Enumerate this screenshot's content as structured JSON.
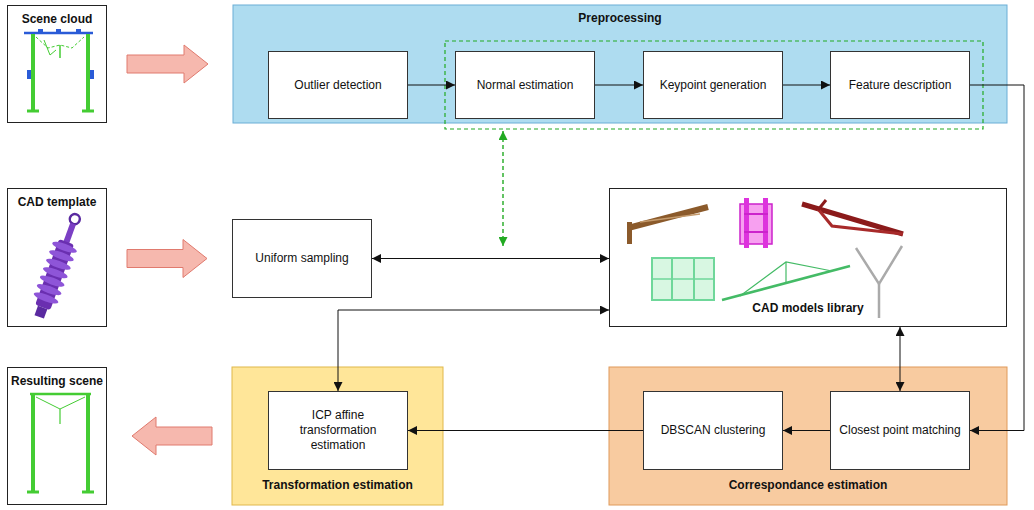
{
  "diagram": {
    "nodes": [
      {
        "text": [
          "Scene cloud"
        ]
      },
      {
        "text": [
          "Preprocessing"
        ]
      },
      {
        "text": [
          "Outlier detection"
        ],
        "in": 1
      },
      {
        "text": [
          "Normal estimation"
        ],
        "in": 1
      },
      {
        "text": [
          "Keypoint generation"
        ],
        "in": 1
      },
      {
        "text": [
          "Feature description"
        ],
        "in": 1
      },
      {
        "text": [
          "CAD template"
        ]
      },
      {
        "text": [
          "Uniform sampling"
        ]
      },
      {
        "text": [
          "CAD models library"
        ]
      },
      {
        "text": [
          "Resulting scene"
        ]
      },
      {
        "text": [
          "Transformation estimation"
        ]
      },
      {
        "text": [
          "ICP affine transformation estimation"
        ],
        "in": 10
      },
      {
        "text": [
          "Correspondance estimation"
        ]
      },
      {
        "text": [
          "DBSCAN clustering"
        ],
        "in": 12
      },
      {
        "text": [
          "Closest point matching"
        ],
        "in": 12
      }
    ],
    "edges": [
      {
        "from": 0,
        "to": 1,
        "arrow": "to"
      },
      {
        "from": 2,
        "to": 3,
        "arrow": "to"
      },
      {
        "from": 3,
        "to": 4,
        "arrow": "to"
      },
      {
        "from": 4,
        "to": 5,
        "arrow": "to"
      },
      {
        "from": 5,
        "to": 14,
        "arrow": "to"
      },
      {
        "from": 6,
        "to": 7,
        "arrow": "to"
      },
      {
        "from": 7,
        "to": 8,
        "arrow": "both"
      },
      {
        "from": 8,
        "to": 11,
        "arrow": "both"
      },
      {
        "from": 8,
        "to": 14,
        "arrow": "both"
      },
      {
        "from": 14,
        "to": 13,
        "arrow": "to"
      },
      {
        "from": 13,
        "to": 11,
        "arrow": "to"
      },
      {
        "from": 10,
        "to": 9,
        "arrow": "to"
      }
    ]
  }
}
